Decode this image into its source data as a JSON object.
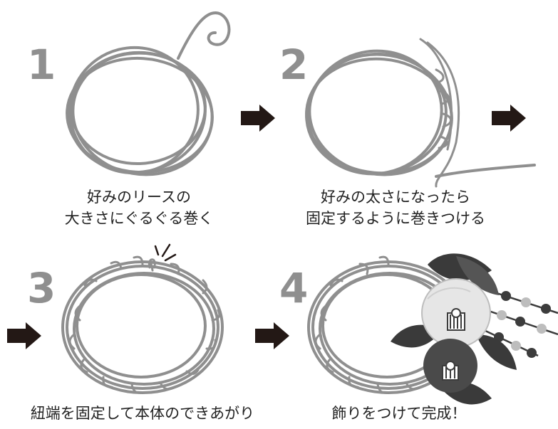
{
  "steps": [
    {
      "number": "1",
      "caption_line1": "好みのリースの",
      "caption_line2": "大きさにぐるぐる巻く"
    },
    {
      "number": "2",
      "caption_line1": "好みの太さになったら",
      "caption_line2": "固定するように巻きつける"
    },
    {
      "number": "3",
      "caption_line1": "紐端を固定して本体のできあがり",
      "caption_line2": ""
    },
    {
      "number": "4",
      "caption_line1": "飾りをつけて完成！",
      "caption_line2": ""
    }
  ],
  "colors": {
    "wire": "#8f8f8f",
    "arrow": "#231815",
    "leaf": "#3a3a3a",
    "flower_light": "#e6e6e6",
    "flower_dark": "#4a4a4a",
    "bead_light": "#bdbdbd",
    "bead_dark": "#3c3c3c"
  }
}
